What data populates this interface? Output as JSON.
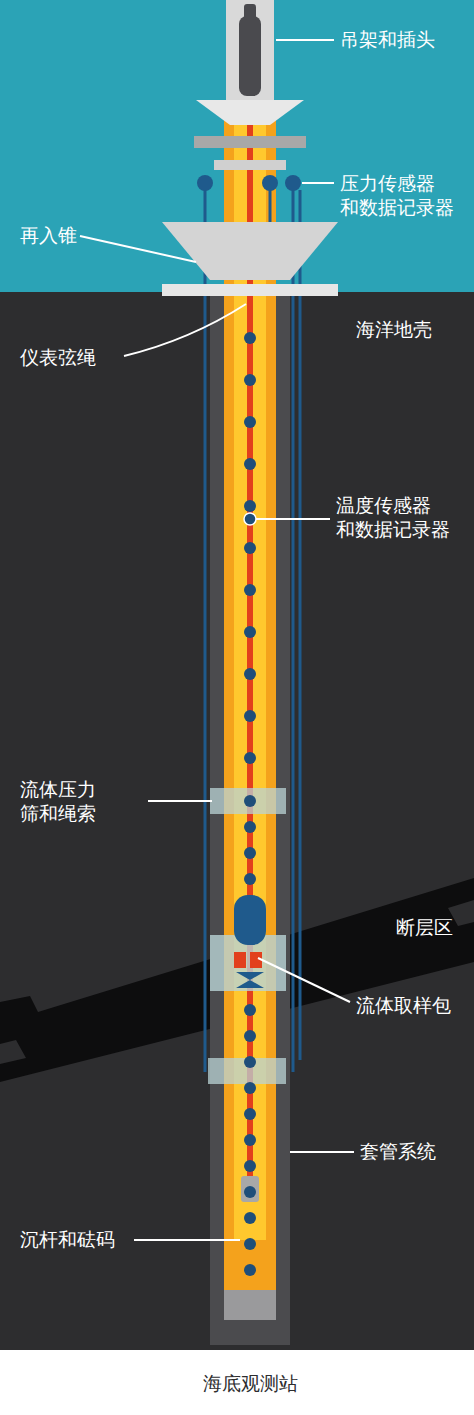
{
  "diagram": {
    "caption": "海底观测站",
    "labels": [
      "吊架和插头",
      "压力传感器 和数据记录器",
      "再入锥",
      "海洋地壳",
      "仪表弦绳",
      "温度传感器 和数据记录器",
      "流体压力 筛和绳索",
      "断层区",
      "流体取样包",
      "套管系统",
      "沉杆和砝码"
    ]
  }
}
